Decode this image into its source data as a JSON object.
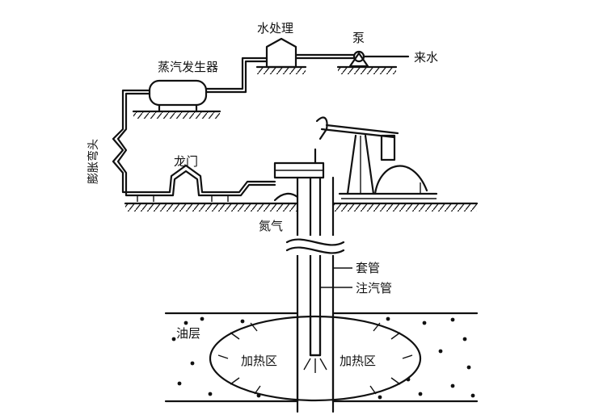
{
  "labels": {
    "water_treatment": "水处理",
    "pump": "泵",
    "incoming_water": "来水",
    "steam_generator": "蒸汽发生器",
    "expansion_bend": "膨胀弯头",
    "gantry": "龙门",
    "nitrogen": "氮气",
    "casing": "套管",
    "steam_injection_pipe": "注汽管",
    "oil_layer": "油层",
    "heating_zone_left": "加热区",
    "heating_zone_right": "加热区"
  }
}
